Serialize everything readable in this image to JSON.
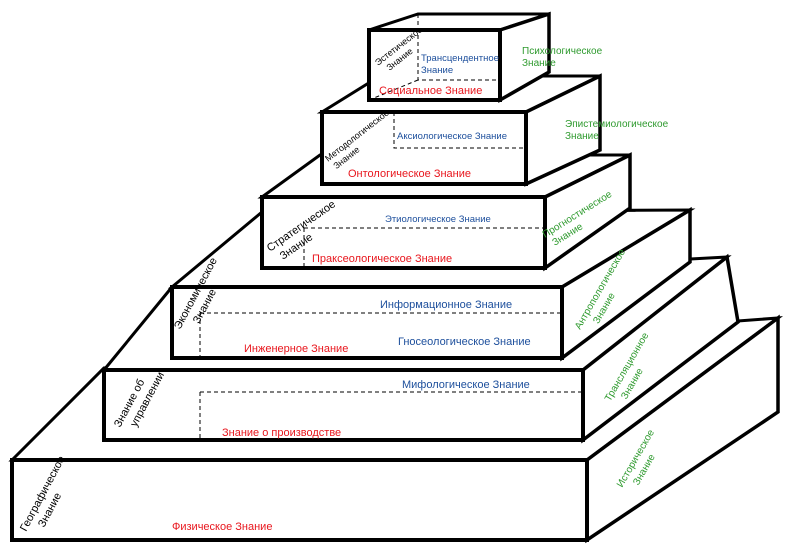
{
  "colors": {
    "front_label": "#e8161d",
    "back_label": "#1d4f9c",
    "side_label": "#2e9a2e",
    "left_label": "#000000",
    "edge": "#000000"
  },
  "levels": [
    {
      "front": "Физическое Знание",
      "back": "",
      "left": [
        "Географическое",
        "Знание"
      ],
      "right": [
        "Историческое",
        "Знание"
      ]
    },
    {
      "front": "Знание о производстве",
      "back": "Мифологическое Знание",
      "left": [
        "Знание об",
        "управлении"
      ],
      "right": [
        "Трансляционное",
        "Знание"
      ]
    },
    {
      "front": "Инженерное Знание",
      "back": "Информационное Знание",
      "back2": "Гносеологическое Знание",
      "left": [
        "Экономическое",
        "Знание"
      ],
      "right": [
        "Антропологическое",
        "Знание"
      ]
    },
    {
      "front": "Праксеологическое Знание",
      "back": "Этиологическое Знание",
      "left": [
        "Стратегическое",
        "Знание"
      ],
      "right": [
        "Прогностическое",
        "Знание"
      ]
    },
    {
      "front": "Онтологическое Знание",
      "back": "Аксиологическое Знание",
      "left": [
        "Методологическое",
        "Знание"
      ],
      "right": [
        "Эпистемиологическое",
        "Знание"
      ]
    },
    {
      "front": "Социальное Знание",
      "back": [
        "Трансцендентное",
        "Знание"
      ],
      "left": [
        "Эстетическое",
        "Знание"
      ],
      "right": [
        "Психологическое",
        "Знание"
      ]
    }
  ]
}
